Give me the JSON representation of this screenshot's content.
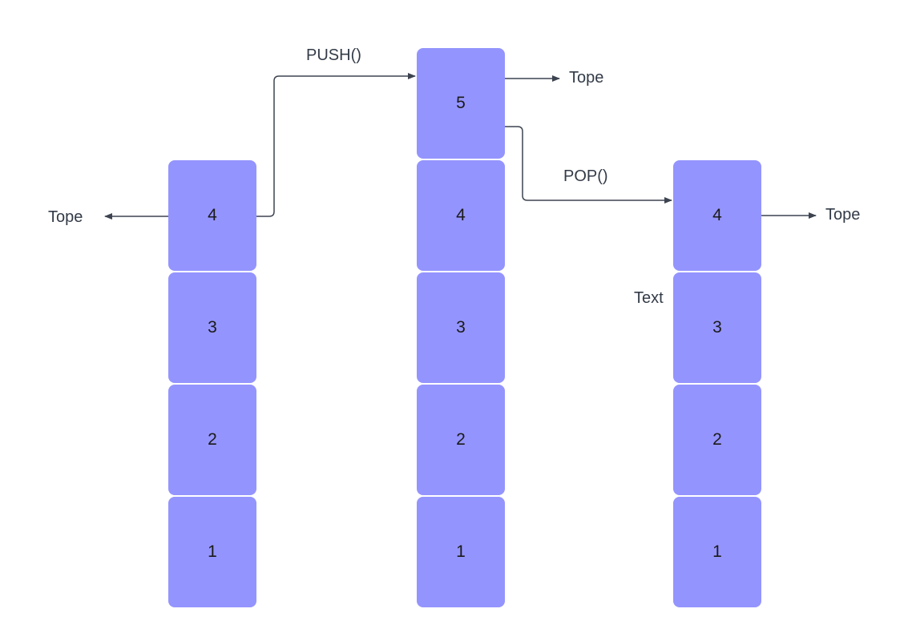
{
  "colors": {
    "block_fill": "#9494fe",
    "connector": "#3d4450",
    "text": "#333b47"
  },
  "stacks": [
    {
      "name": "initial",
      "items": [
        "4",
        "3",
        "2",
        "1"
      ],
      "top_label": "Tope"
    },
    {
      "name": "after-push",
      "items": [
        "5",
        "4",
        "3",
        "2",
        "1"
      ],
      "top_label": "Tope"
    },
    {
      "name": "after-pop",
      "items": [
        "4",
        "3",
        "2",
        "1"
      ],
      "top_label": "Tope"
    }
  ],
  "operations": {
    "push_label": "PUSH()",
    "pop_label": "POP()"
  },
  "stray_text": "Text"
}
